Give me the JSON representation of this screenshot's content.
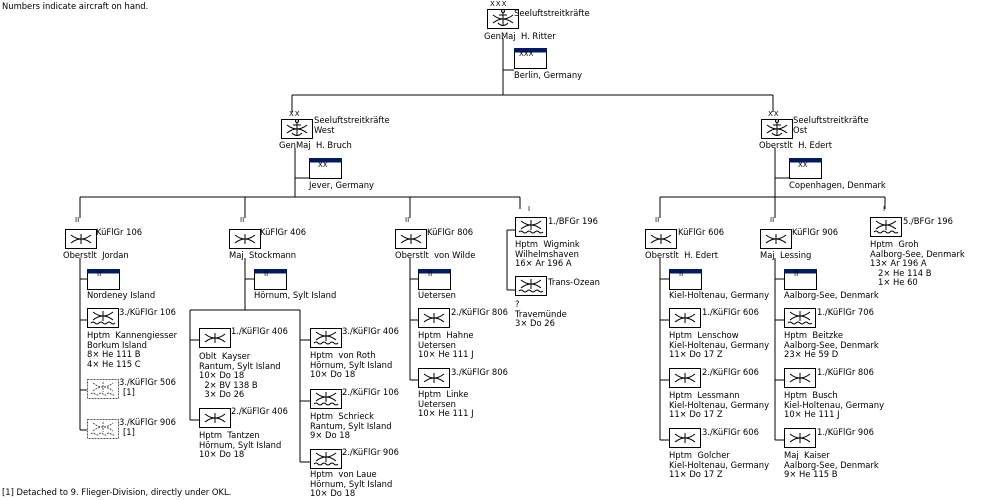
{
  "header_note": "Numbers indicate aircraft on hand.",
  "footnote": "[1] Detached to 9. Flieger-Division, directly under OKL.",
  "top": {
    "echelon": "XXX",
    "name": "Seeluftstreitkräfte",
    "commander": "GenMaj  H. Ritter",
    "hq_echelon": "XXX",
    "hq": "Berlin, Germany"
  },
  "west": {
    "echelon": "XX",
    "name": "Seeluftstreitkräfte\nWest",
    "commander": "GenMaj  H. Bruch",
    "hq_echelon": "XX",
    "hq": "Jever, Germany"
  },
  "ost": {
    "echelon": "XX",
    "name": "Seeluftstreitkräfte\nOst",
    "commander": "Oberstlt  H. Edert",
    "hq_echelon": "XX",
    "hq": "Copenhagen, Denmark"
  },
  "groups": [
    {
      "key": "g106",
      "echelon": "II",
      "name": "KüFlGr 106",
      "commander": "Oberstlt  Jordan",
      "hq_echelon": "II",
      "hq": "Nordeney Island"
    },
    {
      "key": "g406",
      "echelon": "II",
      "name": "KüFlGr 406",
      "commander": "Maj  Stockmann",
      "hq_echelon": "II",
      "hq": "Hörnum, Sylt Island"
    },
    {
      "key": "g806",
      "echelon": "II",
      "name": "KüFlGr 806",
      "commander": "Oberstlt  von Wilde",
      "hq_echelon": "II",
      "hq": "Uetersen"
    },
    {
      "key": "g606",
      "echelon": "II",
      "name": "KüFlGr 606",
      "commander": "Oberstlt  H. Edert",
      "hq_echelon": "II",
      "hq": "Kiel-Holtenau, Germany"
    },
    {
      "key": "g906",
      "echelon": "II",
      "name": "KüFlGr 906",
      "commander": "Maj  Lessing",
      "hq_echelon": "II",
      "hq": "Aalborg-See, Denmark"
    }
  ],
  "independent": [
    {
      "key": "bfgr196_1",
      "echelon": "I",
      "name": "1./BFGr 196",
      "details": "Hptm  Wigmink\nWilhelmshaven\n16× Ar 196 A"
    },
    {
      "key": "bfgr196_5",
      "echelon": "I",
      "name": "5./BFGr 196",
      "details": "Hptm  Groh\nAalborg-See, Denmark\n13× Ar 196 A\n   2× He 114 B\n   1× He 60"
    }
  ],
  "trans_ozean": {
    "name": "Trans-Ozean",
    "details": "?\nTravemünde\n3× Do 26"
  },
  "squadrons": [
    {
      "key": "s106_3",
      "name": "3./KüFlGr 106",
      "details": "Hptm  Kannengiesser\nBorkum Island\n8× He 111 B\n4× He 115 C"
    },
    {
      "key": "s506_3",
      "name": "3./KüFlGr 506",
      "details": "[1]"
    },
    {
      "key": "s906_3",
      "name": "3./KüFlGr 906",
      "details": "[1]"
    },
    {
      "key": "s406_1",
      "name": "1./KüFlGr 406",
      "details": "Oblt  Kayser\nRantum, Sylt Island\n10× Do 18\n  2× BV 138 B\n  3× Do 26"
    },
    {
      "key": "s406_2",
      "name": "2./KüFlGr 406",
      "details": "Hptm  Tantzen\nHörnum, Sylt Island\n10× Do 18"
    },
    {
      "key": "s406_3",
      "name": "3./KüFlGr 406",
      "details": "Hptm  von Roth\nHörnum, Sylt Island\n10× Do 18"
    },
    {
      "key": "s106_2",
      "name": "2./KüFlGr 106",
      "details": "Hptm  Schrieck\nRantum, Sylt Island\n9× Do 18"
    },
    {
      "key": "s906_2",
      "name": "2./KüFlGr 906",
      "details": "Hptm  von Laue\nHörnum, Sylt Island\n10× Do 18"
    },
    {
      "key": "s806_2",
      "name": "2./KüFlGr 806",
      "details": "Hptm  Hahne\nUetersen\n10× He 111 J"
    },
    {
      "key": "s806_3",
      "name": "3./KüFlGr 806",
      "details": "Hptm  Linke\nUetersen\n10× He 111 J"
    },
    {
      "key": "s606_1",
      "name": "1./KüFlGr 606",
      "details": "Hptm  Lenschow\nKiel-Holtenau, Germany\n11× Do 17 Z"
    },
    {
      "key": "s606_2",
      "name": "2./KüFlGr 606",
      "details": "Hptm  Lessmann\nKiel-Holtenau, Germany\n11× Do 17 Z"
    },
    {
      "key": "s606_3",
      "name": "3./KüFlGr 606",
      "details": "Hptm  Golcher\nKiel-Holtenau, Germany\n11× Do 17 Z"
    },
    {
      "key": "s706_1",
      "name": "1./KüFlGr 706",
      "details": "Hptm  Beitzke\nAalborg-See, Denmark\n23× He 59 D"
    },
    {
      "key": "s806_1",
      "name": "1./KüFlGr 806",
      "details": "Hptm  Busch\nKiel-Holtenau, Germany\n10× He 111 J"
    },
    {
      "key": "s906_1",
      "name": "1./KüFlGr 906",
      "details": "Maj  Kaiser\nAalborg-See, Denmark\n9× He 115 B"
    }
  ]
}
